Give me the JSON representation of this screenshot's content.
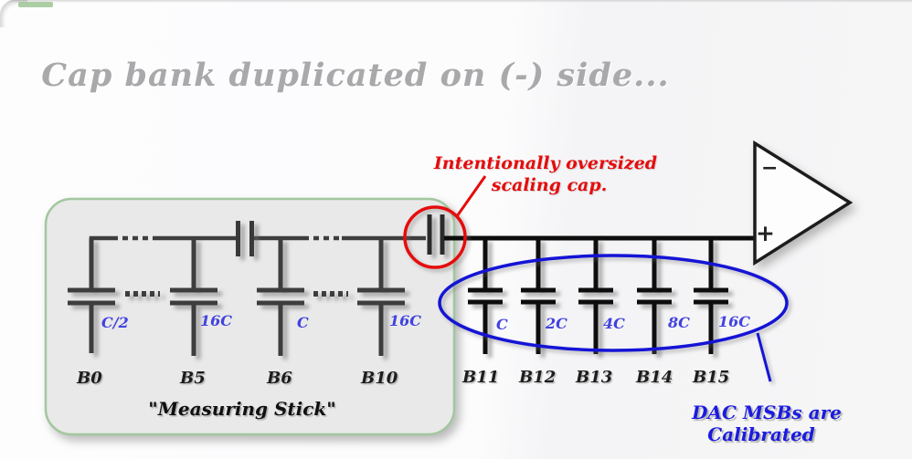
{
  "title": "Cap bank duplicated on (-) side...",
  "red_annotation": {
    "line1": "Intentionally oversized",
    "line2": "scaling cap."
  },
  "opamp": {
    "minus_label": "−",
    "plus_label": "+"
  },
  "left_bank": {
    "caption": "\"Measuring Stick\"",
    "caps": [
      {
        "value": "C/2",
        "bit": "B0"
      },
      {
        "value": "16C",
        "bit": "B5"
      },
      {
        "value": "C",
        "bit": "B6"
      },
      {
        "value": "16C",
        "bit": "B10"
      }
    ]
  },
  "right_bank": {
    "caps": [
      {
        "value": "C",
        "bit": "B11"
      },
      {
        "value": "2C",
        "bit": "B12"
      },
      {
        "value": "4C",
        "bit": "B13"
      },
      {
        "value": "8C",
        "bit": "B14"
      },
      {
        "value": "16C",
        "bit": "B15"
      }
    ]
  },
  "blue_annotation": {
    "line1": "DAC MSBs are",
    "line2": "Calibrated"
  },
  "colors": {
    "red": "#e60c0c",
    "blue_line": "#1414d6",
    "blue_label": "#4242e0",
    "blue_text": "#1b1be0",
    "title_gray": "#a9a9ab",
    "box_fill": "#e9e9e9",
    "box_border": "#a2c79e",
    "wire_left": "#3d3d3d",
    "wire_right": "#0d0d0d"
  }
}
